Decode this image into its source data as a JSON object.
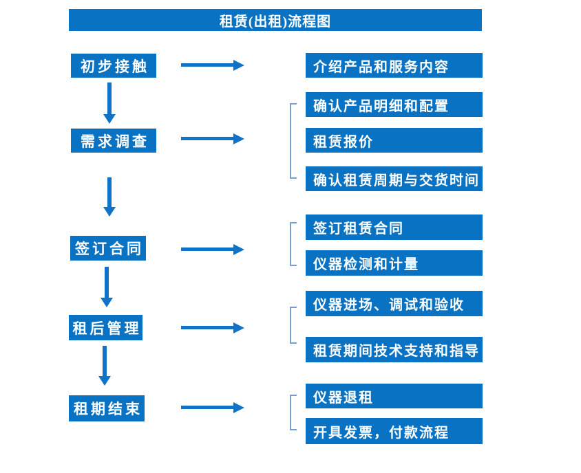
{
  "title": "租赁(出租)流程图",
  "colors": {
    "box_blue": "#0a72c2",
    "arrow_blue": "#1173c8",
    "bracket_blue": "#7b9cd0",
    "text": "#ffffff",
    "background": "#ffffff"
  },
  "steps": [
    {
      "label": "初步接触"
    },
    {
      "label": "需求调查"
    },
    {
      "label": "签订合同"
    },
    {
      "label": "租后管理"
    },
    {
      "label": "租期结束"
    }
  ],
  "groups": [
    {
      "items": [
        "介绍产品和服务内容"
      ]
    },
    {
      "items": [
        "确认产品明细和配置",
        "租赁报价",
        "确认租赁周期与交货时间"
      ]
    },
    {
      "items": [
        "签订租赁合同",
        "仪器检测和计量"
      ]
    },
    {
      "items": [
        "仪器进场、调试和验收",
        "租赁期间技术支持和指导"
      ]
    },
    {
      "items": [
        "仪器退租",
        "开具发票，付款流程"
      ]
    }
  ]
}
